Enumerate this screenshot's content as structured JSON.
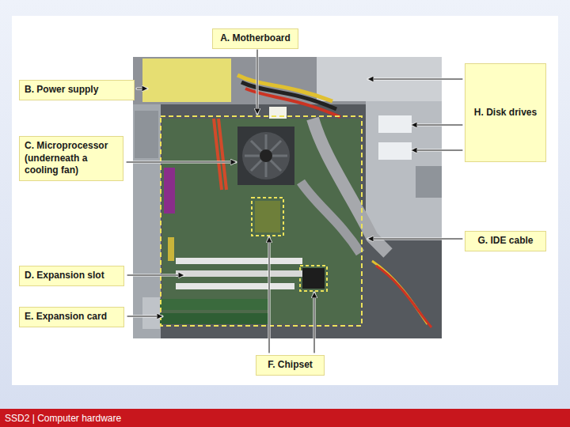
{
  "diagram": {
    "nodes": [
      {
        "text": [
          "A. Motherboard"
        ]
      },
      {
        "text": [
          "B. Power supply"
        ]
      },
      {
        "text": [
          "C. Microprocessor (underneath a cooling fan)"
        ]
      },
      {
        "text": [
          "H. Disk drives"
        ]
      },
      {
        "text": [
          "G. IDE cable"
        ]
      },
      {
        "text": [
          "D. Expansion slot"
        ]
      },
      {
        "text": [
          "E. Expansion card"
        ]
      },
      {
        "text": [
          "F. Chipset"
        ]
      },
      {
        "text": [
          "SSD2 | Computer hardware"
        ]
      }
    ]
  }
}
